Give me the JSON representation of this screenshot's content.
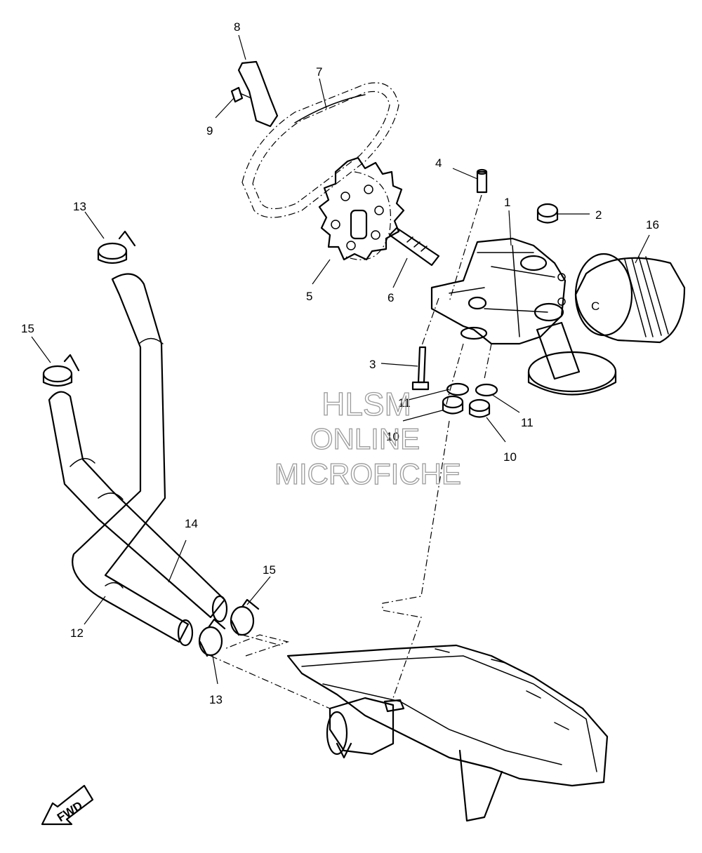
{
  "callouts": {
    "c1": "1",
    "c2": "2",
    "c3": "3",
    "c4": "4",
    "c5": "5",
    "c6": "6",
    "c7": "7",
    "c8": "8",
    "c9": "9",
    "c10a": "10",
    "c10b": "10",
    "c11a": "11",
    "c11b": "11",
    "c12": "12",
    "c13a": "13",
    "c13b": "13",
    "c14": "14",
    "c15a": "15",
    "c15b": "15",
    "c16": "16"
  },
  "watermark": {
    "line1": "HLSM",
    "line2": "ONLINE",
    "line3": "MICROFICHE"
  },
  "direction_badge": "FWD",
  "filter_letter": "C"
}
